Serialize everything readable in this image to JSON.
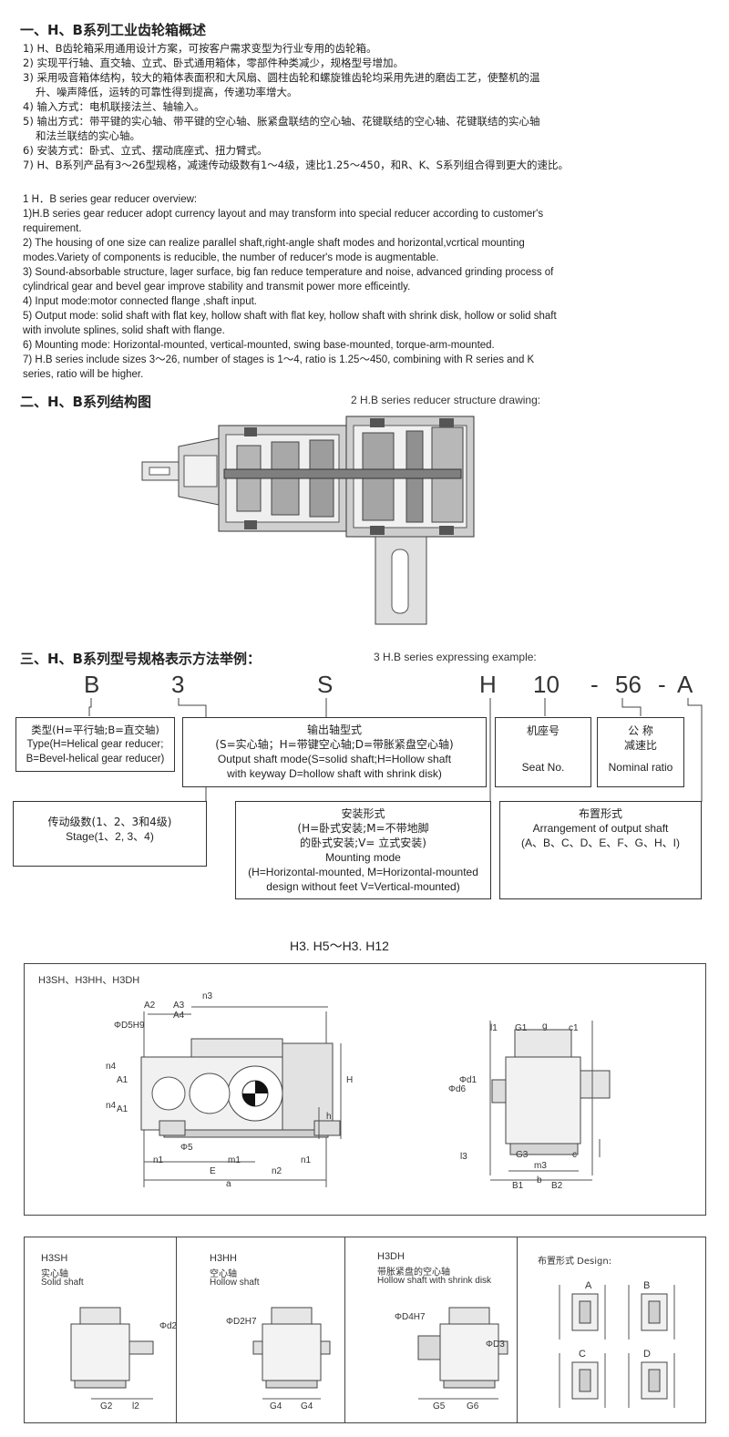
{
  "section1": {
    "title": "一、H、B系列工业齿轮箱概述",
    "cn_lines": [
      "1) H、B齿轮箱采用通用设计方案，可按客户需求变型为行业专用的齿轮箱。",
      "2) 实现平行轴、直交轴、立式、卧式通用箱体，零部件种类减少，规格型号增加。",
      "3) 采用吸音箱体结构，较大的箱体表面积和大风扇、圆柱齿轮和螺旋锥齿轮均采用先进的磨齿工艺，使整机的温",
      "升、噪声降低，运转的可靠性得到提高，传递功率增大。",
      "4) 输入方式：电机联接法兰、轴输入。",
      "5) 输出方式：带平键的实心轴、带平键的空心轴、胀紧盘联结的空心轴、花键联结的空心轴、花键联结的实心轴",
      "和法兰联结的实心轴。",
      "6) 安装方式：卧式、立式、摆动底座式、扭力臂式。",
      "7) H、B系列产品有3～26型规格，减速传动级数有1～4级，速比1.25～450，和R、K、S系列组合得到更大的速比。"
    ],
    "en_lines": [
      "1 H．B series gear reducer overview:",
      "1)H.B series gear reducer adopt currency layout and may transform into special reducer according to customer's",
      "requirement.",
      "2) The housing of one size can realize parallel shaft,right-angle shaft modes and horizontal,vcrtical mounting",
      "modes.Variety of components is reducible, the number of reducer's mode is augmentable.",
      "3) Sound-absorbable structure, lager surface, big fan reduce temperature and noise, advanced grinding process of",
      "cylindrical gear and bevel gear improve stability and transmit power more efficeintly.",
      "4) Input mode:motor connected flange ,shaft input.",
      "5) Output mode: solid shaft with flat key, hollow shaft with flat key, hollow shaft with shrink disk, hollow or solid shaft",
      "with involute splines, solid shaft with flange.",
      "6) Mounting mode: Horizontal-mounted, vertical-mounted, swing base-mounted, torque-arm-mounted.",
      "7) H.B series include sizes 3～26, number of stages is 1～4, ratio is 1.25～450, combining with R series and K",
      "series, ratio will be higher."
    ]
  },
  "section2": {
    "title": "二、H、B系列结构图",
    "subtitle": "2 H.B series reducer structure drawing:"
  },
  "section3": {
    "title": "三、H、B系列型号规格表示方法举例：",
    "subtitle": "3 H.B series expressing example:",
    "code": [
      "B",
      "3",
      "S",
      "H",
      "10",
      "-",
      "56",
      "-",
      "A"
    ],
    "box_type": [
      "类型(H=平行轴;B=直交轴)",
      "Type(H=Helical gear reducer;",
      "B=Bevel-helical gear reducer)"
    ],
    "box_shaft": [
      "输出轴型式",
      "(S=实心轴；H=带键空心轴;D=带胀紧盘空心轴)",
      "Output shaft mode(S=solid shaft;H=Hollow shaft",
      "with keyway D=hollow shaft with shrink disk)"
    ],
    "box_seat": [
      "机座号",
      "Seat No."
    ],
    "box_ratio": [
      "公 称",
      "减速比",
      "Nominal ratio"
    ],
    "box_stage": [
      "传动级数(1、2、3和4级)",
      "Stage(1、2, 3、4)"
    ],
    "box_mount": [
      "安装形式",
      "(H=卧式安装;M=不带地脚",
      "的卧式安装;V= 立式安装)",
      "Mounting mode",
      "(H=Horizontal-mounted, M=Horizontal-mounted",
      "design without feet V=Vertical-mounted)"
    ],
    "box_arrange": [
      "布置形式",
      "Arrangement of output shaft",
      "(A、B、C、D、E、F、G、H、I)"
    ]
  },
  "section4": {
    "title": "H3. H5～H3. H12",
    "panel_label": "H3SH、H3HH、H3DH",
    "dims_front": [
      "A2",
      "A3",
      "A4",
      "ΦD5H9",
      "n3",
      "A1",
      "A1",
      "n4",
      "n4",
      "H",
      "h",
      "Φ5",
      "n1",
      "m1",
      "n1",
      "E",
      "n2",
      "a"
    ],
    "dims_side": [
      "l1",
      "G1",
      "g",
      "c1",
      "Φd6",
      "Φd1",
      "l3",
      "G3",
      "m3",
      "c",
      "B1",
      "b",
      "B2"
    ],
    "sub_panels": [
      {
        "code": "H3SH",
        "cn": "实心轴",
        "en": "Solid shaft",
        "dims": [
          "Φd2",
          "G2",
          "l2"
        ]
      },
      {
        "code": "H3HH",
        "cn": "空心轴",
        "en": "Hollow shaft",
        "dims": [
          "ΦD2H7",
          "G4",
          "G4"
        ]
      },
      {
        "code": "H3DH",
        "cn": "带胀紧盘的空心轴",
        "en": "Hollow shaft with shrink disk",
        "dims": [
          "ΦD4H7",
          "ΦD3",
          "G5",
          "G6"
        ]
      }
    ],
    "design_label": "布置形式 Design:",
    "design_letters": [
      "A",
      "B",
      "C",
      "D"
    ]
  }
}
